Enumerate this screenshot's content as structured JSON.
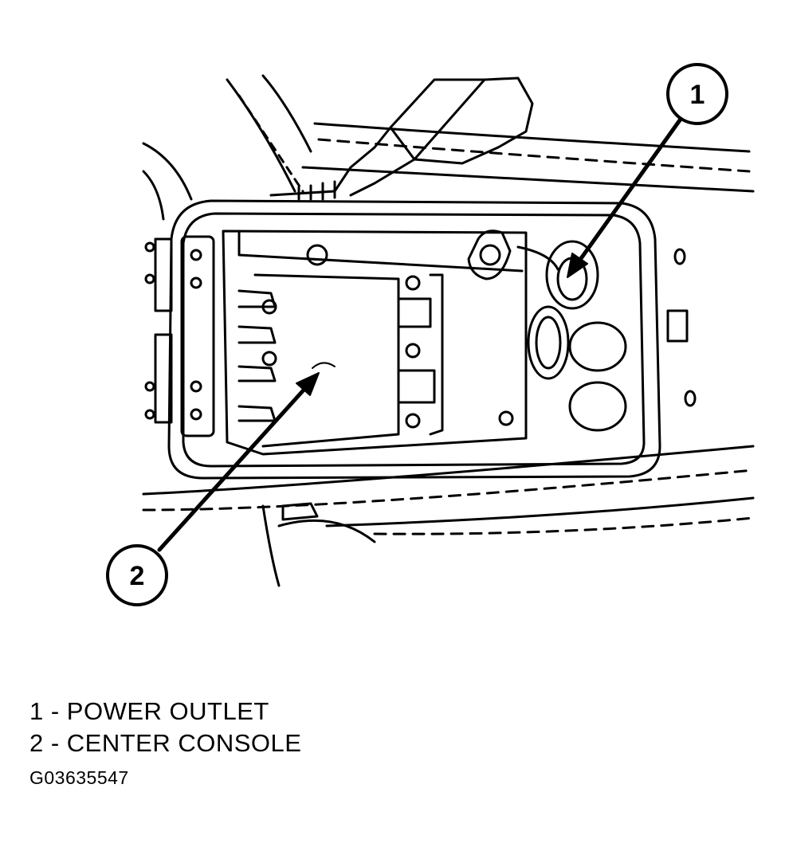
{
  "callouts": [
    {
      "number": "1"
    },
    {
      "number": "2"
    }
  ],
  "legend": [
    {
      "text": "1 - POWER OUTLET"
    },
    {
      "text": "2 - CENTER CONSOLE"
    }
  ],
  "figure_id": "G03635547"
}
